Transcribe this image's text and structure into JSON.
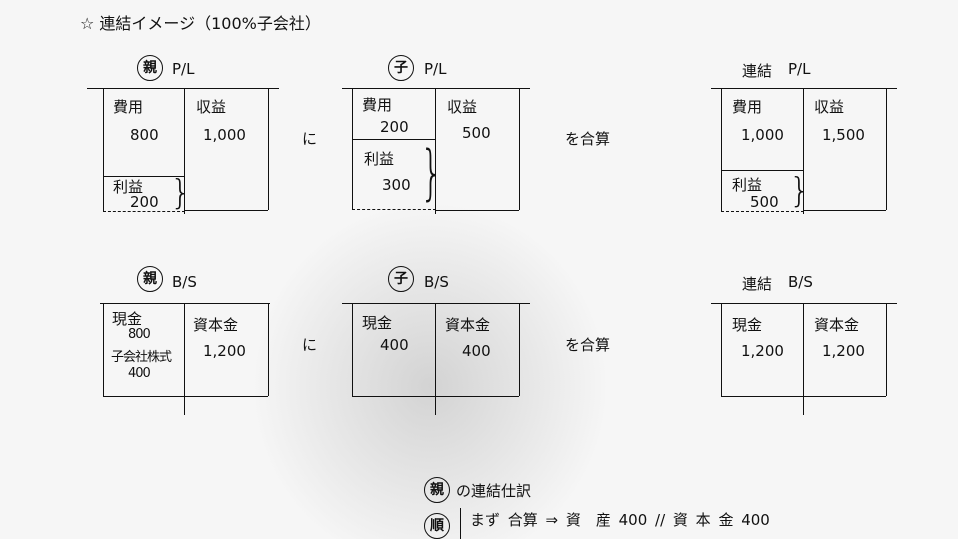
{
  "title": "☆ 連結イメージ（100%子会社）",
  "pl": {
    "parent": {
      "badge": "親",
      "label": "P/L",
      "cost_label": "費用",
      "cost_value": "800",
      "revenue_label": "収益",
      "revenue_value": "1,000",
      "profit_label": "利益",
      "profit_value": "200"
    },
    "child": {
      "badge": "子",
      "label": "P/L",
      "cost_label": "費用",
      "cost_value": "200",
      "revenue_label": "収益",
      "revenue_value": "500",
      "profit_label": "利益",
      "profit_value": "300"
    },
    "consolidated": {
      "label_prefix": "連結",
      "label": "P/L",
      "cost_label": "費用",
      "cost_value": "1,000",
      "revenue_label": "収益",
      "revenue_value": "1,500",
      "profit_label": "利益",
      "profit_value": "500"
    },
    "ni": "に",
    "combine": "を合算"
  },
  "bs": {
    "parent": {
      "badge": "親",
      "label": "B/S",
      "cash_label": "現金",
      "cash_value": "800",
      "stock_label": "子会社株式",
      "stock_value": "400",
      "capital_label": "資本金",
      "capital_value": "1,200"
    },
    "child": {
      "badge": "子",
      "label": "B/S",
      "cash_label": "現金",
      "cash_value": "400",
      "capital_label": "資本金",
      "capital_value": "400"
    },
    "consolidated": {
      "label_prefix": "連結",
      "label": "B/S",
      "cash_label": "現金",
      "cash_value": "1,200",
      "capital_label": "資本金",
      "capital_value": "1,200"
    },
    "ni": "に",
    "combine": "を合算"
  },
  "journal": {
    "badge": "親",
    "title": "の連結仕訳",
    "step_badge": "順",
    "entry": "まず 合算 ⇒ 資　産 400 // 資 本 金 400"
  }
}
